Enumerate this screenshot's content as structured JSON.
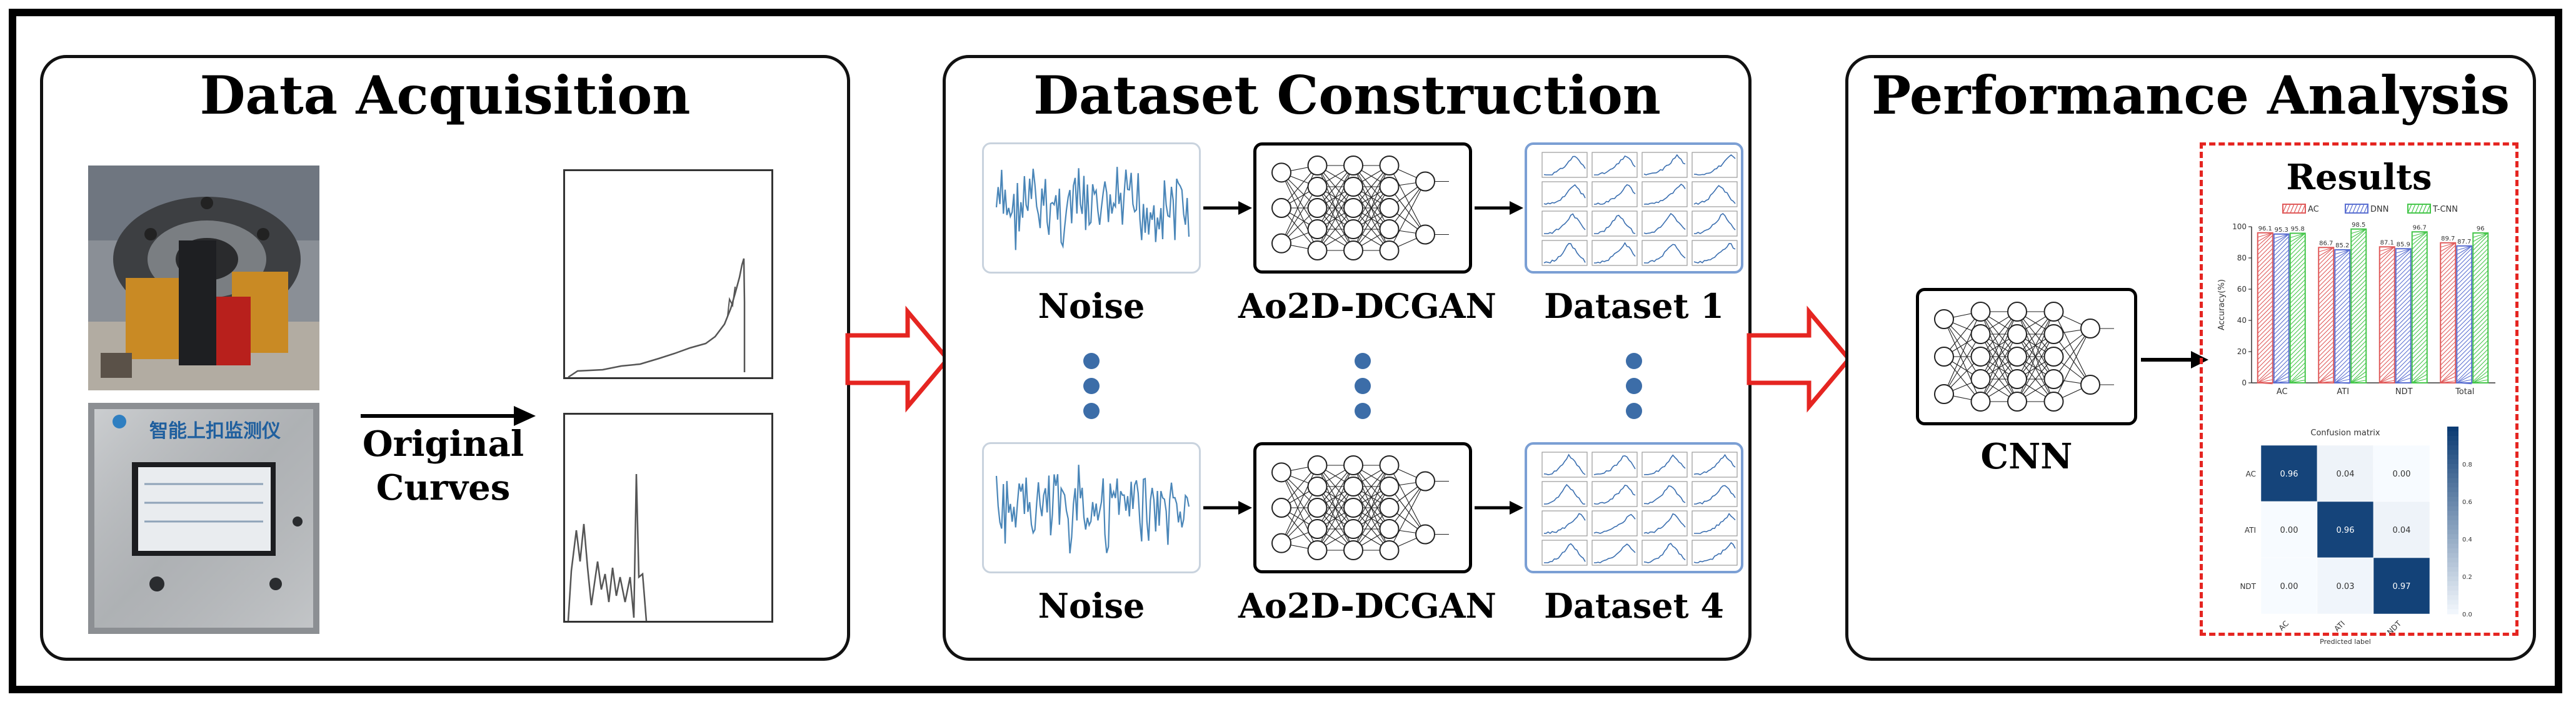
{
  "panels": {
    "acquisition": {
      "title": "Data Acquisition",
      "device_screen_text": "智能上扣监测仪",
      "curves_label_line1": "Original",
      "curves_label_line2": "Curves"
    },
    "construction": {
      "title": "Dataset Construction",
      "rows": [
        {
          "noise_label": "Noise",
          "model_label": "Ao2D-DCGAN",
          "dataset_label": "Dataset 1"
        },
        {
          "noise_label": "Noise",
          "model_label": "Ao2D-DCGAN",
          "dataset_label": "Dataset 4"
        }
      ]
    },
    "analysis": {
      "title": "Performance Analysis",
      "model_label": "CNN",
      "results_title": "Results"
    }
  },
  "chart_data": [
    {
      "type": "bar",
      "ylabel": "Accuracy(%)",
      "categories": [
        "AC",
        "ATI",
        "NDT",
        "Total"
      ],
      "series": [
        {
          "name": "AC",
          "values": [
            96.1,
            86.7,
            87.1,
            89.7
          ]
        },
        {
          "name": "DNN",
          "values": [
            95.3,
            85.2,
            85.9,
            87.7
          ]
        },
        {
          "name": "T-CNN",
          "values": [
            95.8,
            98.5,
            96.7,
            96.0
          ]
        }
      ],
      "ylim": [
        0,
        100
      ],
      "yticks": [
        0,
        20,
        40,
        60,
        80,
        100
      ],
      "legend_position": "top"
    },
    {
      "type": "heatmap",
      "title": "Confusion matrix",
      "xlabel": "Predicted label",
      "row_labels": [
        "AC",
        "ATI",
        "NDT"
      ],
      "col_labels": [
        "AC",
        "ATI",
        "NDT"
      ],
      "values": [
        [
          0.96,
          0.04,
          0.0
        ],
        [
          0.0,
          0.96,
          0.04
        ],
        [
          0.0,
          0.03,
          0.97
        ]
      ],
      "cell_text": [
        [
          "0.96",
          "0.04",
          "0.00"
        ],
        [
          "0.00",
          "0.96",
          "0.04"
        ],
        [
          "0.00",
          "0.03",
          "0.97"
        ]
      ],
      "colorbar_ticks": [
        "0.8",
        "0.6",
        "0.4",
        "0.2",
        "0.0"
      ]
    }
  ],
  "colors": {
    "flow_arrow": "#e52521",
    "noise_line": "#4a86b8",
    "dots": "#3c6da8",
    "dashed_border": "#e52521",
    "bar_ac": "#e05a5a",
    "bar_dnn": "#5a6fd1",
    "bar_tcnn": "#45c64a",
    "heat_dark": "#0c3c74"
  }
}
